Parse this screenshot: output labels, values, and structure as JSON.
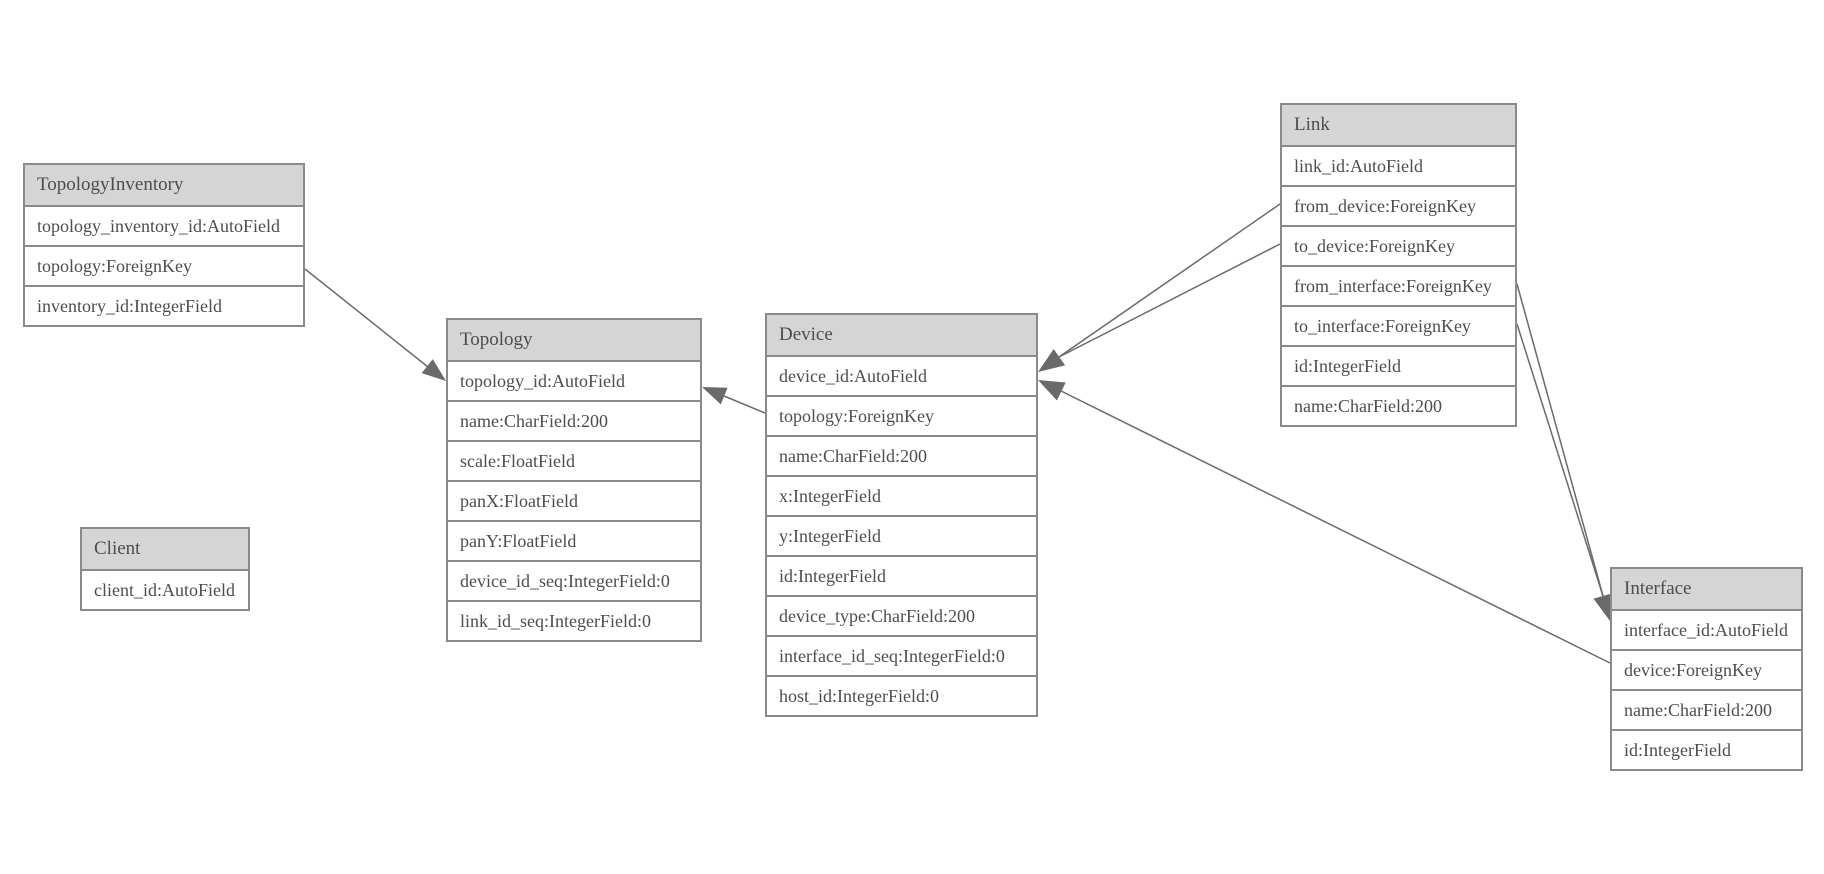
{
  "diagram": {
    "type": "entity-relationship-model",
    "colors": {
      "background": "#ffffff",
      "header_bg": "#d5d5d5",
      "border": "#8a8a8a",
      "text": "#4d4d4d",
      "line": "#6a6a6a",
      "arrowhead": "#6a6a6a"
    },
    "entities": {
      "topology_inventory": {
        "title": "TopologyInventory",
        "fields": [
          "topology_inventory_id:AutoField",
          "topology:ForeignKey",
          "inventory_id:IntegerField"
        ]
      },
      "topology": {
        "title": "Topology",
        "fields": [
          "topology_id:AutoField",
          "name:CharField:200",
          "scale:FloatField",
          "panX:FloatField",
          "panY:FloatField",
          "device_id_seq:IntegerField:0",
          "link_id_seq:IntegerField:0"
        ]
      },
      "client": {
        "title": "Client",
        "fields": [
          "client_id:AutoField"
        ]
      },
      "device": {
        "title": "Device",
        "fields": [
          "device_id:AutoField",
          "topology:ForeignKey",
          "name:CharField:200",
          "x:IntegerField",
          "y:IntegerField",
          "id:IntegerField",
          "device_type:CharField:200",
          "interface_id_seq:IntegerField:0",
          "host_id:IntegerField:0"
        ]
      },
      "link": {
        "title": "Link",
        "fields": [
          "link_id:AutoField",
          "from_device:ForeignKey",
          "to_device:ForeignKey",
          "from_interface:ForeignKey",
          "to_interface:ForeignKey",
          "id:IntegerField",
          "name:CharField:200"
        ]
      },
      "interface": {
        "title": "Interface",
        "fields": [
          "interface_id:AutoField",
          "device:ForeignKey",
          "name:CharField:200",
          "id:IntegerField"
        ]
      }
    },
    "relationships": [
      {
        "from": "TopologyInventory.topology",
        "to": "Topology",
        "arrowhead_at": "Topology"
      },
      {
        "from": "Device.topology",
        "to": "Topology",
        "arrowhead_at": "Topology"
      },
      {
        "from": "Link.from_device",
        "to": "Device",
        "arrowhead_at": "Device"
      },
      {
        "from": "Link.to_device",
        "to": "Device",
        "arrowhead_at": "Device"
      },
      {
        "from": "Link.from_interface",
        "to": "Interface",
        "arrowhead_at": "Interface"
      },
      {
        "from": "Link.to_interface",
        "to": "Interface",
        "arrowhead_at": "Interface"
      },
      {
        "from": "Interface.device",
        "to": "Device",
        "arrowhead_at": "Device"
      }
    ]
  }
}
